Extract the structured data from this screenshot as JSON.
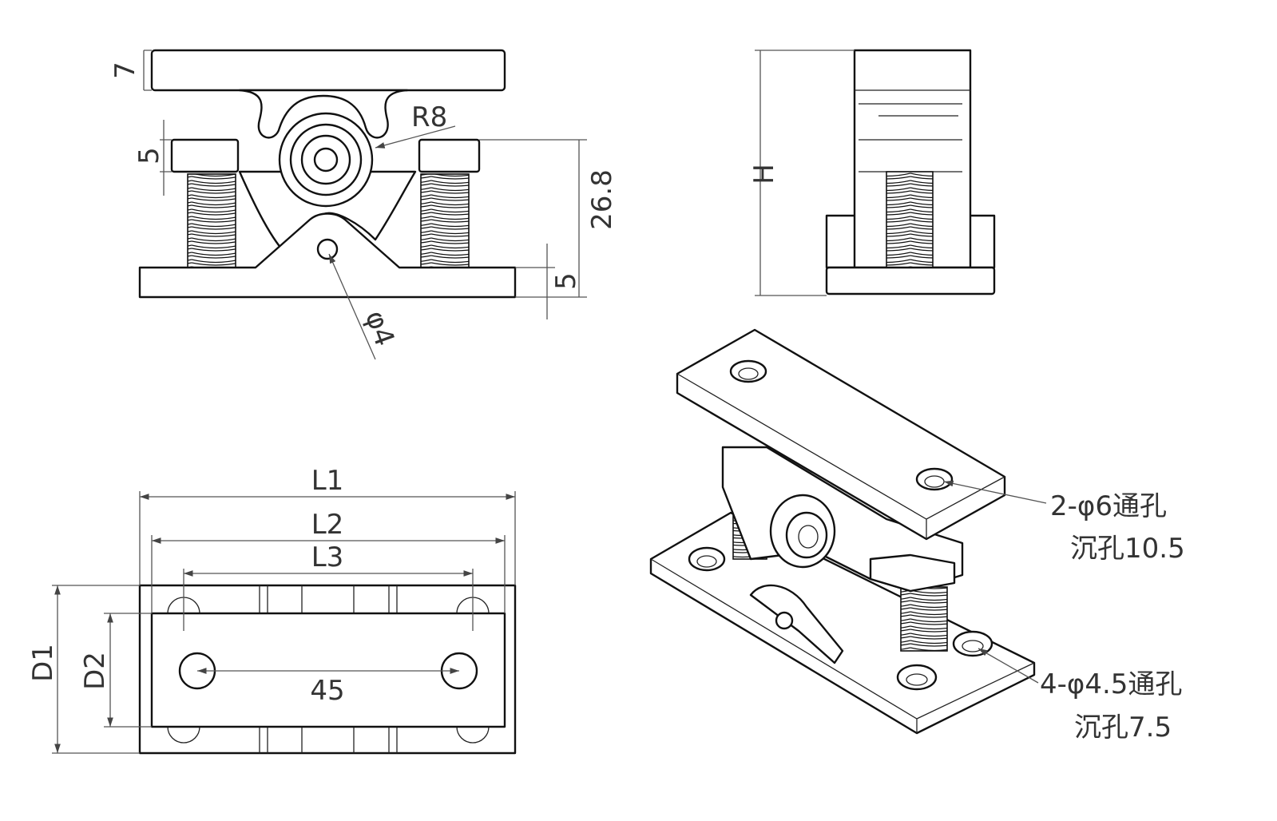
{
  "front_view": {
    "dim_top_plate": "7",
    "dim_nut": "5",
    "dim_radius": "R8",
    "dim_height": "26.8",
    "dim_base": "5",
    "dim_pin": "φ4"
  },
  "side_view": {
    "dim_height": "H"
  },
  "top_view": {
    "dim_l1": "L1",
    "dim_l2": "L2",
    "dim_l3": "L3",
    "dim_d1": "D1",
    "dim_d2": "D2",
    "dim_hole_spacing": "45"
  },
  "iso_view": {
    "top_hole_note": "2-φ6通孔",
    "top_counterbore_note": "沉孔10.5",
    "base_hole_note": "4-φ4.5通孔",
    "base_counterbore_note": "沉孔7.5"
  }
}
